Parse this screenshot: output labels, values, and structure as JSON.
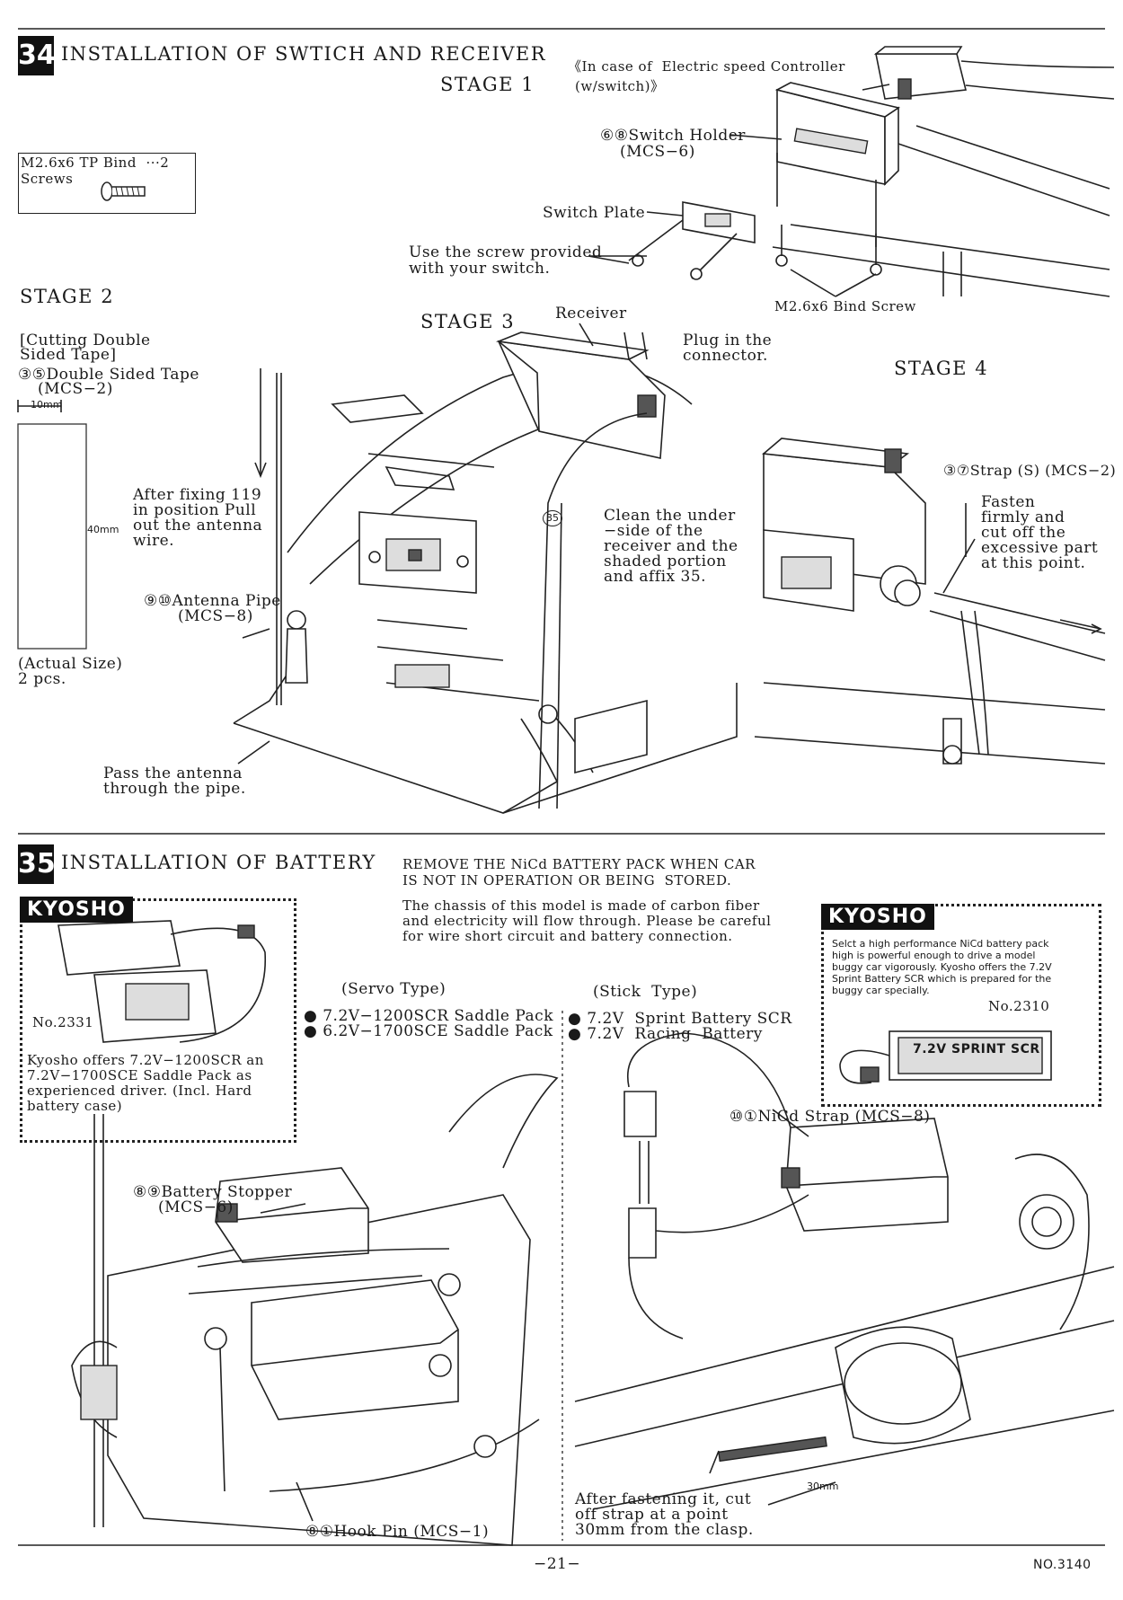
{
  "s34": {
    "num": "34",
    "title": "INSTALLATION OF SWTICH AND RECEIVER",
    "stage1": "STAGE 1",
    "esc_note_1": "《In case of  Electric speed Controller",
    "esc_note_2": "(w/switch)》",
    "screw_box_1": "M2.6x6 TP Bind  ···2",
    "screw_box_2": "Screws",
    "switch_holder_1": "⑥⑧Switch Holder",
    "switch_holder_2": "(MCS−6)",
    "switch_plate": "Switch Plate",
    "use_screw_1": "Use the screw provided",
    "use_screw_2": "with your switch.",
    "bind_screw": "M2.6x6 Bind Screw",
    "stage2": "STAGE 2",
    "cutting_1": "[Cutting Double",
    "cutting_2": "Sided Tape]",
    "tape_1": "③⑤Double Sided Tape",
    "tape_2": "(MCS−2)",
    "dim_width": "10mm",
    "dim_height": "40mm",
    "actual_size_1": "(Actual Size)",
    "actual_size_2": "2 pcs.",
    "stage3": "STAGE 3",
    "receiver": "Receiver",
    "plug_1": "Plug in the",
    "plug_2": "connector.",
    "after_fixing_1": "After fixing 119",
    "after_fixing_2": "in position Pull",
    "after_fixing_3": "out the antenna",
    "after_fixing_4": "wire.",
    "antenna_pipe_1": "⑨⑩Antenna Pipe",
    "antenna_pipe_2": "(MCS−8)",
    "clean_1": "Clean the under",
    "clean_2": "−side of the",
    "clean_3": "receiver and the",
    "clean_4": "shaded portion",
    "clean_5": "and affix 35.",
    "callout_35": "35",
    "pass_1": "Pass the antenna",
    "pass_2": "through the pipe.",
    "stage4": "STAGE 4",
    "strap_1": "③⑦Strap (S) (MCS−2)",
    "fasten_1": "Fasten",
    "fasten_2": "firmly and",
    "fasten_3": "cut off the",
    "fasten_4": "excessive part",
    "fasten_5": "at this point."
  },
  "s35": {
    "num": "35",
    "title": "INSTALLATION OF BATTERY",
    "remove_1": "REMOVE THE NiCd BATTERY PACK WHEN CAR",
    "remove_2": "IS NOT IN OPERATION OR BEING  STORED.",
    "chassis_1": "The chassis of this model is made of carbon fiber",
    "chassis_2": "and electricity will flow through. Please be careful",
    "chassis_3": "for wire short circuit and battery connection.",
    "kyosho": "KYOSHO",
    "left_no": "No.2331",
    "left_text_1": "Kyosho offers 7.2V−1200SCR an",
    "left_text_2": "7.2V−1700SCE Saddle Pack as",
    "left_text_3": "experienced driver. (Incl. Hard",
    "left_text_4": "battery case)",
    "servo_type": "(Servo Type)",
    "servo_1": "● 7.2V−1200SCR Saddle Pack",
    "servo_2": "● 6.2V−1700SCE Saddle Pack",
    "stick_type": "(Stick  Type)",
    "stick_1": "● 7.2V  Sprint Battery SCR",
    "stick_2": "● 7.2V  Racing  Battery",
    "right_text_1": "Selct a high performance NiCd battery pack",
    "right_text_2": "high is powerful enough to drive a model",
    "right_text_3": "buggy car vigorously. Kyosho offers the 7.2V",
    "right_text_4": "Sprint Battery SCR which is prepared for the",
    "right_text_5": "buggy car specially.",
    "right_no": "No.2310",
    "sprint_label": "7.2V SPRINT SCR",
    "battery_stopper_1": "⑧⑨Battery Stopper",
    "battery_stopper_2": "(MCS−6)",
    "hook_pin": "⑧①Hook Pin (MCS−1)",
    "nicd_strap": "⑩①NiCd Strap (MCS−8)",
    "after_fastening_1": "After fastening it, cut",
    "after_fastening_2": "off strap at a point",
    "after_fastening_3": "30mm from the clasp.",
    "dim_30": "30mm"
  },
  "footer": {
    "page": "−21−",
    "doc_no": "NO.3140"
  }
}
